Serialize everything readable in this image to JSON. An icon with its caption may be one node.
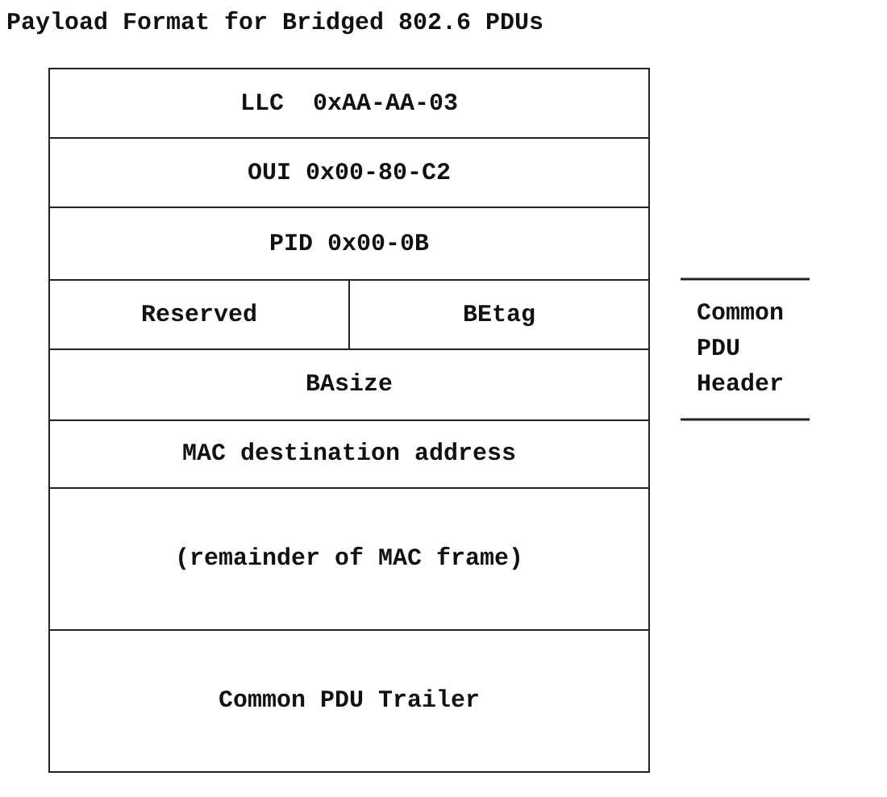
{
  "diagram": {
    "title": "Payload Format for Bridged 802.6 PDUs",
    "nodes": [
      {
        "text": [
          "LLC  0xAA-AA-03"
        ]
      },
      {
        "text": [
          "OUI 0x00-80-C2"
        ]
      },
      {
        "text": [
          "PID 0x00-0B"
        ]
      },
      {
        "text": [
          "Reserved"
        ]
      },
      {
        "text": [
          "BEtag"
        ]
      },
      {
        "text": [
          "BAsize"
        ]
      },
      {
        "text": [
          "MAC destination address"
        ]
      },
      {
        "text": [
          "(remainder of MAC frame)"
        ]
      },
      {
        "text": [
          "Common PDU Trailer"
        ]
      }
    ],
    "labels": [
      "Common PDU Header"
    ]
  }
}
